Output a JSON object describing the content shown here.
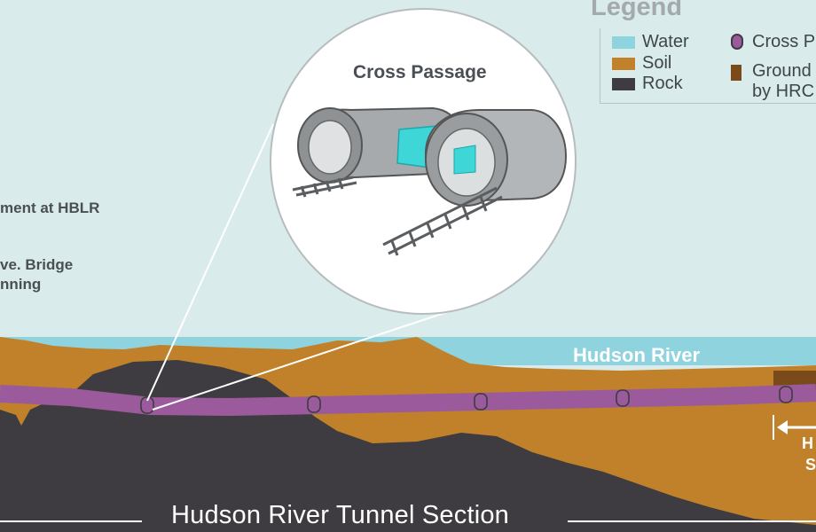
{
  "legend": {
    "title": "Legend",
    "items": [
      {
        "label": "Water",
        "color": "#8fd3df"
      },
      {
        "label": "Soil",
        "color": "#c0812a"
      },
      {
        "label": "Rock",
        "color": "#3e3c40"
      },
      {
        "label": "Cross P",
        "color": "#9b5a9c"
      },
      {
        "label": "Ground",
        "label2": "by HRC",
        "color": "#7a4a1a"
      }
    ]
  },
  "labels": {
    "hblr": "ment at HBLR",
    "bridge_1": "ve. Bridge",
    "bridge_2": "nning",
    "river": "Hudson River",
    "cross_passage": "Cross Passage",
    "section_title": "Hudson River Tunnel Section",
    "arrow_1": "H",
    "arrow_2": "S"
  },
  "colors": {
    "sky": "#d9eceb",
    "water": "#8fd3df",
    "soil": "#c0812a",
    "rock": "#3e3c40",
    "tunnel": "#9b5a9c",
    "ground_hrc": "#7a4a1a"
  }
}
